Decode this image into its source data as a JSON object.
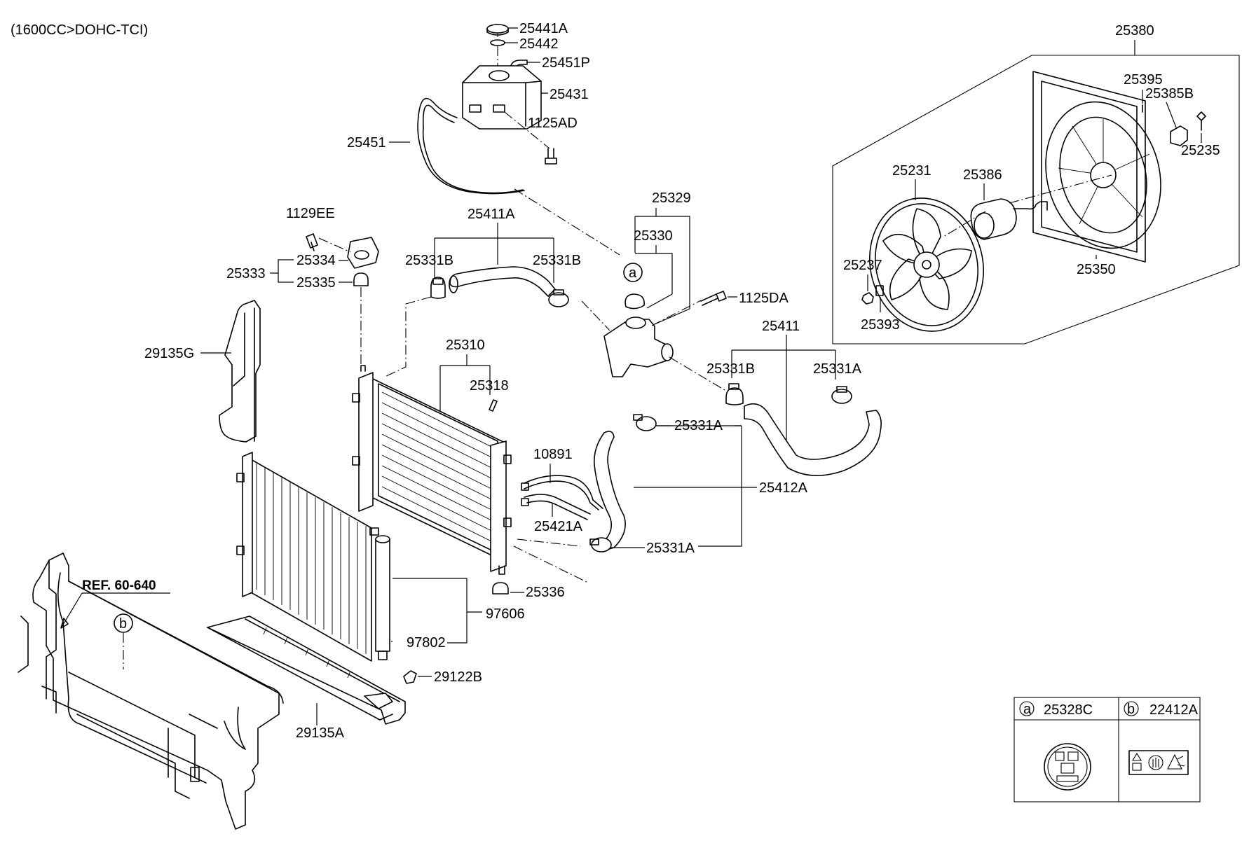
{
  "header": {
    "engine_note": "(1600CC>DOHC-TCI)"
  },
  "reference": {
    "label": "REF. 60-640"
  },
  "callouts": {
    "a": "a",
    "b": "b"
  },
  "parts": {
    "p25441A": "25441A",
    "p25442": "25442",
    "p25451P": "25451P",
    "p25431": "25431",
    "p1125AD": "1125AD",
    "p25451": "25451",
    "p1129EE": "1129EE",
    "p25334": "25334",
    "p25333": "25333",
    "p25335": "25335",
    "p29135G": "29135G",
    "p25411A": "25411A",
    "p25331B_left": "25331B",
    "p25331B_mid": "25331B",
    "p25329": "25329",
    "p25330": "25330",
    "p1125DA": "1125DA",
    "p25411": "25411",
    "p25331B_right": "25331B",
    "p25331A_right": "25331A",
    "p25310": "25310",
    "p25318": "25318",
    "p25331A_mid": "25331A",
    "p10891": "10891",
    "p25412A": "25412A",
    "p25421A": "25421A",
    "p25331A_low": "25331A",
    "p25336": "25336",
    "p97606": "97606",
    "p97802": "97802",
    "p29122B": "29122B",
    "p29135A": "29135A",
    "p25380": "25380",
    "p25395": "25395",
    "p25385B": "25385B",
    "p25235": "25235",
    "p25231": "25231",
    "p25386": "25386",
    "p25237": "25237",
    "p25350": "25350",
    "p25393": "25393"
  },
  "legend": {
    "a_letter": "a",
    "a_part": "25328C",
    "b_letter": "b",
    "b_part": "22412A"
  }
}
